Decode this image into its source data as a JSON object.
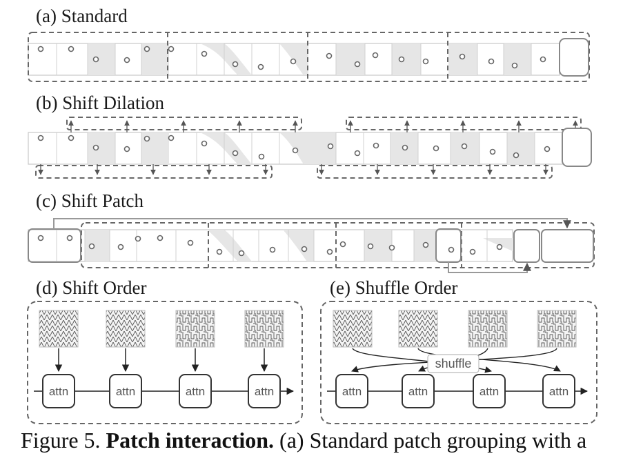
{
  "panels": {
    "a": {
      "label": "(a) Standard"
    },
    "b": {
      "label": "(b) Shift Dilation"
    },
    "c": {
      "label": "(c) Shift Patch"
    },
    "d": {
      "label": "(d) Shift Order",
      "box_label": "attn"
    },
    "e": {
      "label": "(e) Shuffle Order",
      "box_label": "attn",
      "shuffle_label": "shuffle"
    }
  },
  "caption": {
    "prefix": "Figure 5. ",
    "bold": "Patch interaction.",
    "rest": " (a) Standard patch grouping with a"
  },
  "colors": {
    "stroke": "#666666",
    "gray_fill": "#e6e6e6",
    "dark_stroke": "#444444"
  }
}
